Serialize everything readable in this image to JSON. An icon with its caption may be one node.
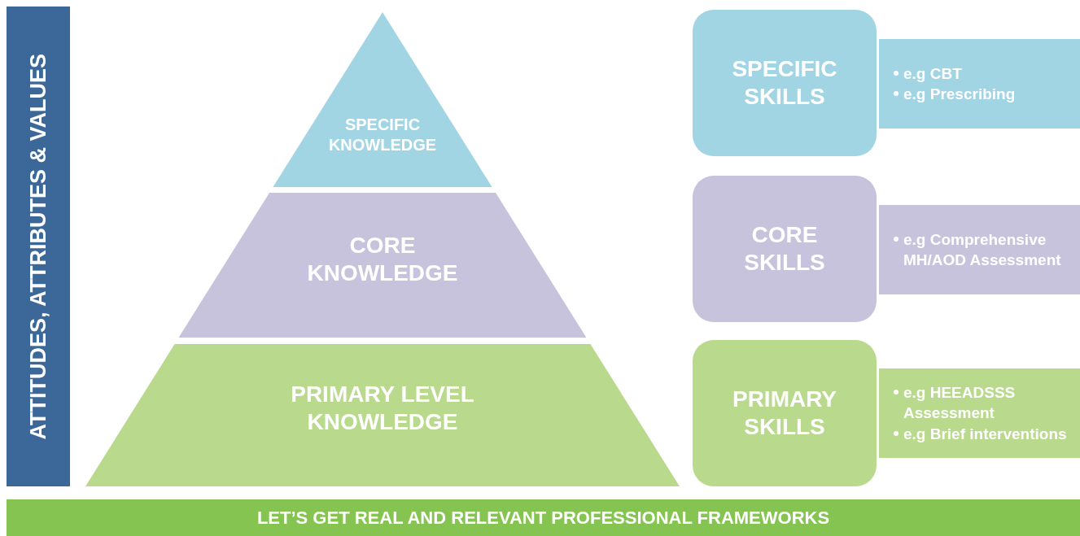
{
  "diagram": {
    "nodes": [
      {
        "text": [
          "ATTITUDES, ATTRIBUTES & VALUES"
        ]
      },
      {
        "text": [
          "SPECIFIC KNOWLEDGE"
        ]
      },
      {
        "text": [
          "CORE KNOWLEDGE"
        ]
      },
      {
        "text": [
          "PRIMARY LEVEL KNOWLEDGE"
        ]
      },
      {
        "text": [
          "SPECIFIC SKILLS"
        ]
      },
      {
        "text": [
          "e.g CBT",
          "e.g Prescribing"
        ]
      },
      {
        "text": [
          "CORE SKILLS"
        ]
      },
      {
        "text": [
          "e.g Comprehensive MH/AOD Assessment"
        ]
      },
      {
        "text": [
          "PRIMARY SKILLS"
        ]
      },
      {
        "text": [
          "e.g HEEADSSS Assessment",
          "e.g Brief interventions"
        ]
      },
      {
        "text": [
          "LET’S GET REAL AND RELEVANT PROFESSIONAL FRAMEWORKS"
        ]
      }
    ]
  }
}
